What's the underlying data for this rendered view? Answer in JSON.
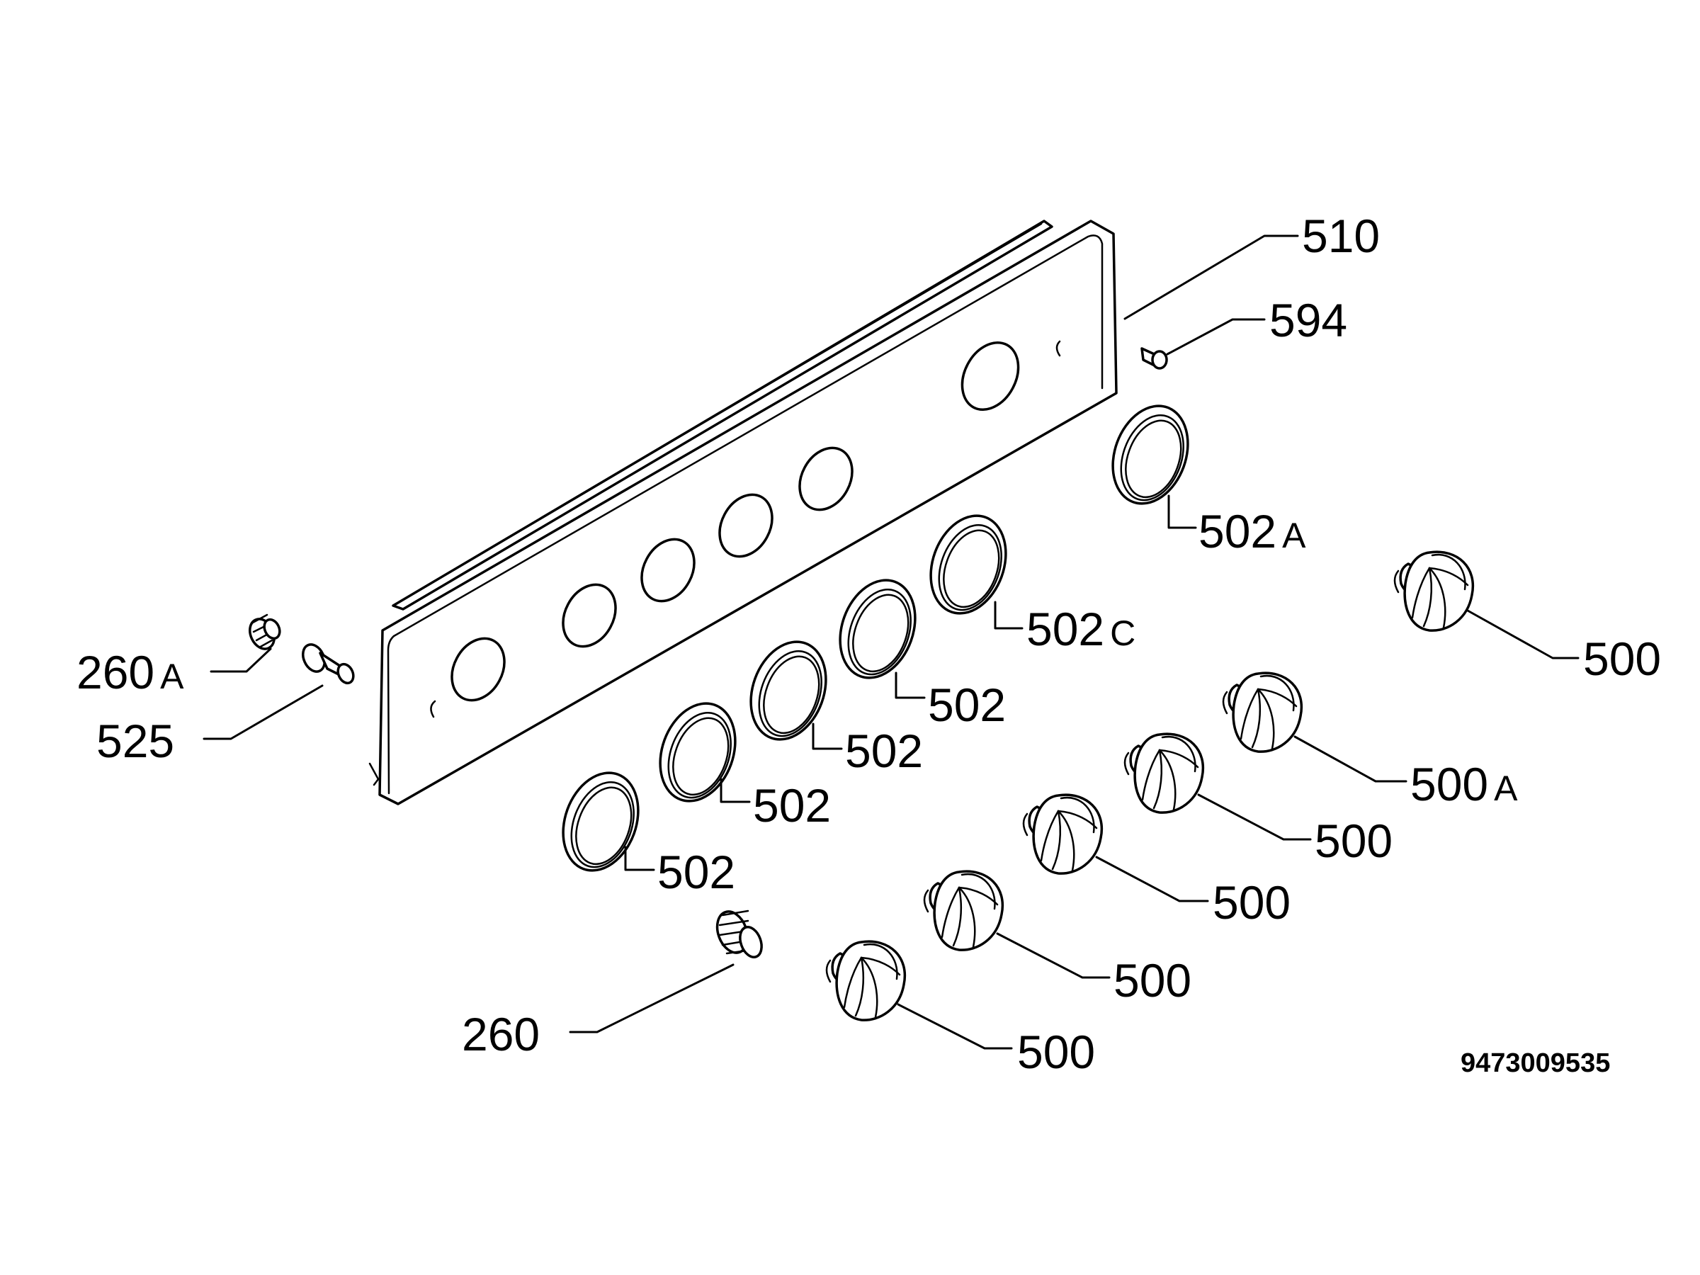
{
  "labels": {
    "panel": "510",
    "screw": "594",
    "ring_a": "502A",
    "ring_c": "502C",
    "ring_1": "502",
    "ring_2": "502",
    "ring_3": "502",
    "ring_4": "502",
    "knob_top": "500",
    "knob_a": "500A",
    "knob_2": "500",
    "knob_3": "500",
    "knob_4": "500",
    "knob_5": "500",
    "spring_a": "260A",
    "bush": "525",
    "spring": "260"
  },
  "drawing_number": "9473009535"
}
